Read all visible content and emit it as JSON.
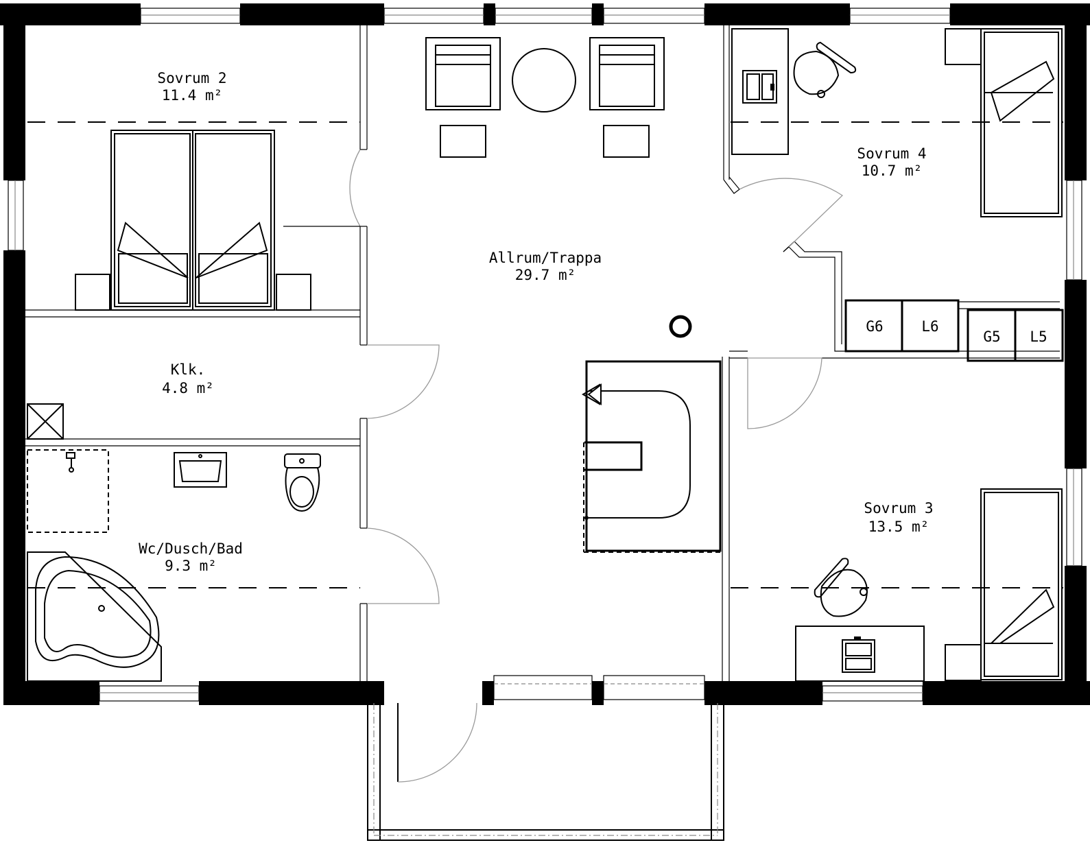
{
  "rooms": {
    "sovrum2": {
      "name": "Sovrum 2",
      "area": "11.4 m²"
    },
    "allrum": {
      "name": "Allrum/Trappa",
      "area": "29.7 m²"
    },
    "sovrum4": {
      "name": "Sovrum 4",
      "area": "10.7 m²"
    },
    "klk": {
      "name": "Klk.",
      "area": "4.8 m²"
    },
    "bad": {
      "name": "Wc/Dusch/Bad",
      "area": "9.3 m²"
    },
    "sovrum3": {
      "name": "Sovrum 3",
      "area": "13.5 m²"
    }
  },
  "cabinets": {
    "g6": "G6",
    "l6": "L6",
    "g5": "G5",
    "l5": "L5"
  }
}
